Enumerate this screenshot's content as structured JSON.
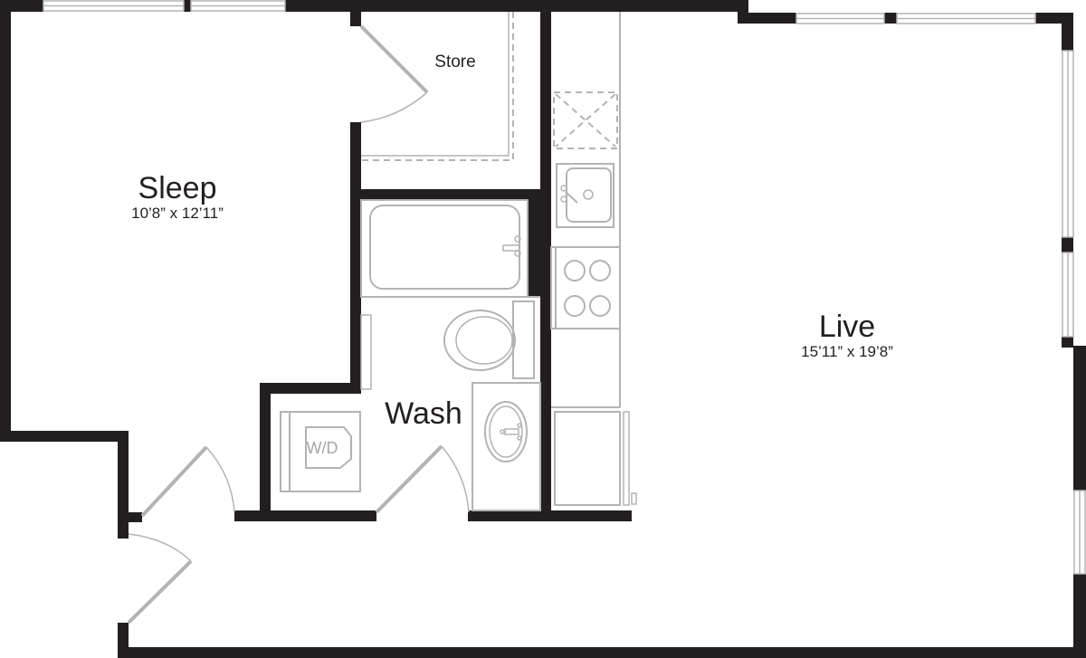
{
  "plan": {
    "rooms": [
      {
        "id": "sleep",
        "name": "Sleep",
        "dimensions": "10’8” x 12’11”"
      },
      {
        "id": "live",
        "name": "Live",
        "dimensions": "15’11” x 19’8”"
      },
      {
        "id": "wash",
        "name": "Wash"
      },
      {
        "id": "store",
        "name": "Store"
      }
    ],
    "appliances": {
      "washer_dryer": "W/D"
    },
    "colors": {
      "wall": "#231f20",
      "fixture": "#b3b3b5",
      "background": "#ffffff"
    }
  }
}
